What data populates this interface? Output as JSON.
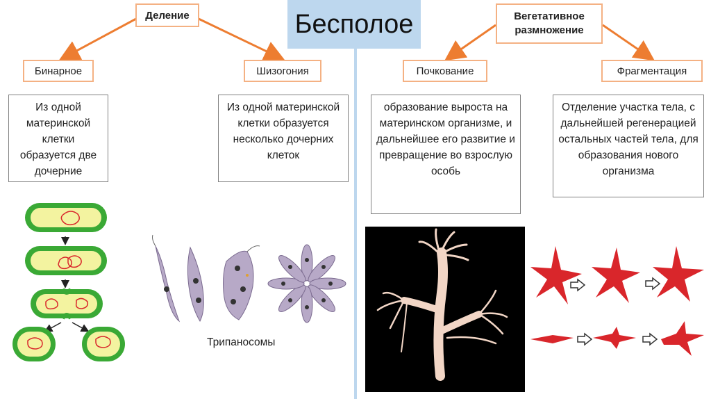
{
  "title": "Бесполое",
  "categories": {
    "division": "Деление",
    "vegetative": "Вегетативное размножение"
  },
  "methods": {
    "binary": "Бинарное",
    "schizogony": "Шизогония",
    "budding": "Почкование",
    "fragmentation": "Фрагментация"
  },
  "descriptions": {
    "binary": "Из одной материнской клетки образуется две дочерние",
    "schizogony": "Из одной материнской клетки образуется несколько дочерних клеток",
    "budding": "образование выроста на материнском организме, и дальнейшее его развитие и превращение во взрослую особь",
    "fragmentation": "Отделение участка тела, с дальнейшей регенерацией остальных частей тела, для образования нового организма"
  },
  "captions": {
    "trypanosomes": "Трипаносомы"
  },
  "colors": {
    "title_bg": "#bdd7ee",
    "connector": "#ed7d31",
    "box_border": "#f4b183",
    "cell_green": "#3aa935",
    "cell_yellow": "#f3f3a0",
    "starfish_red": "#d9262b"
  }
}
